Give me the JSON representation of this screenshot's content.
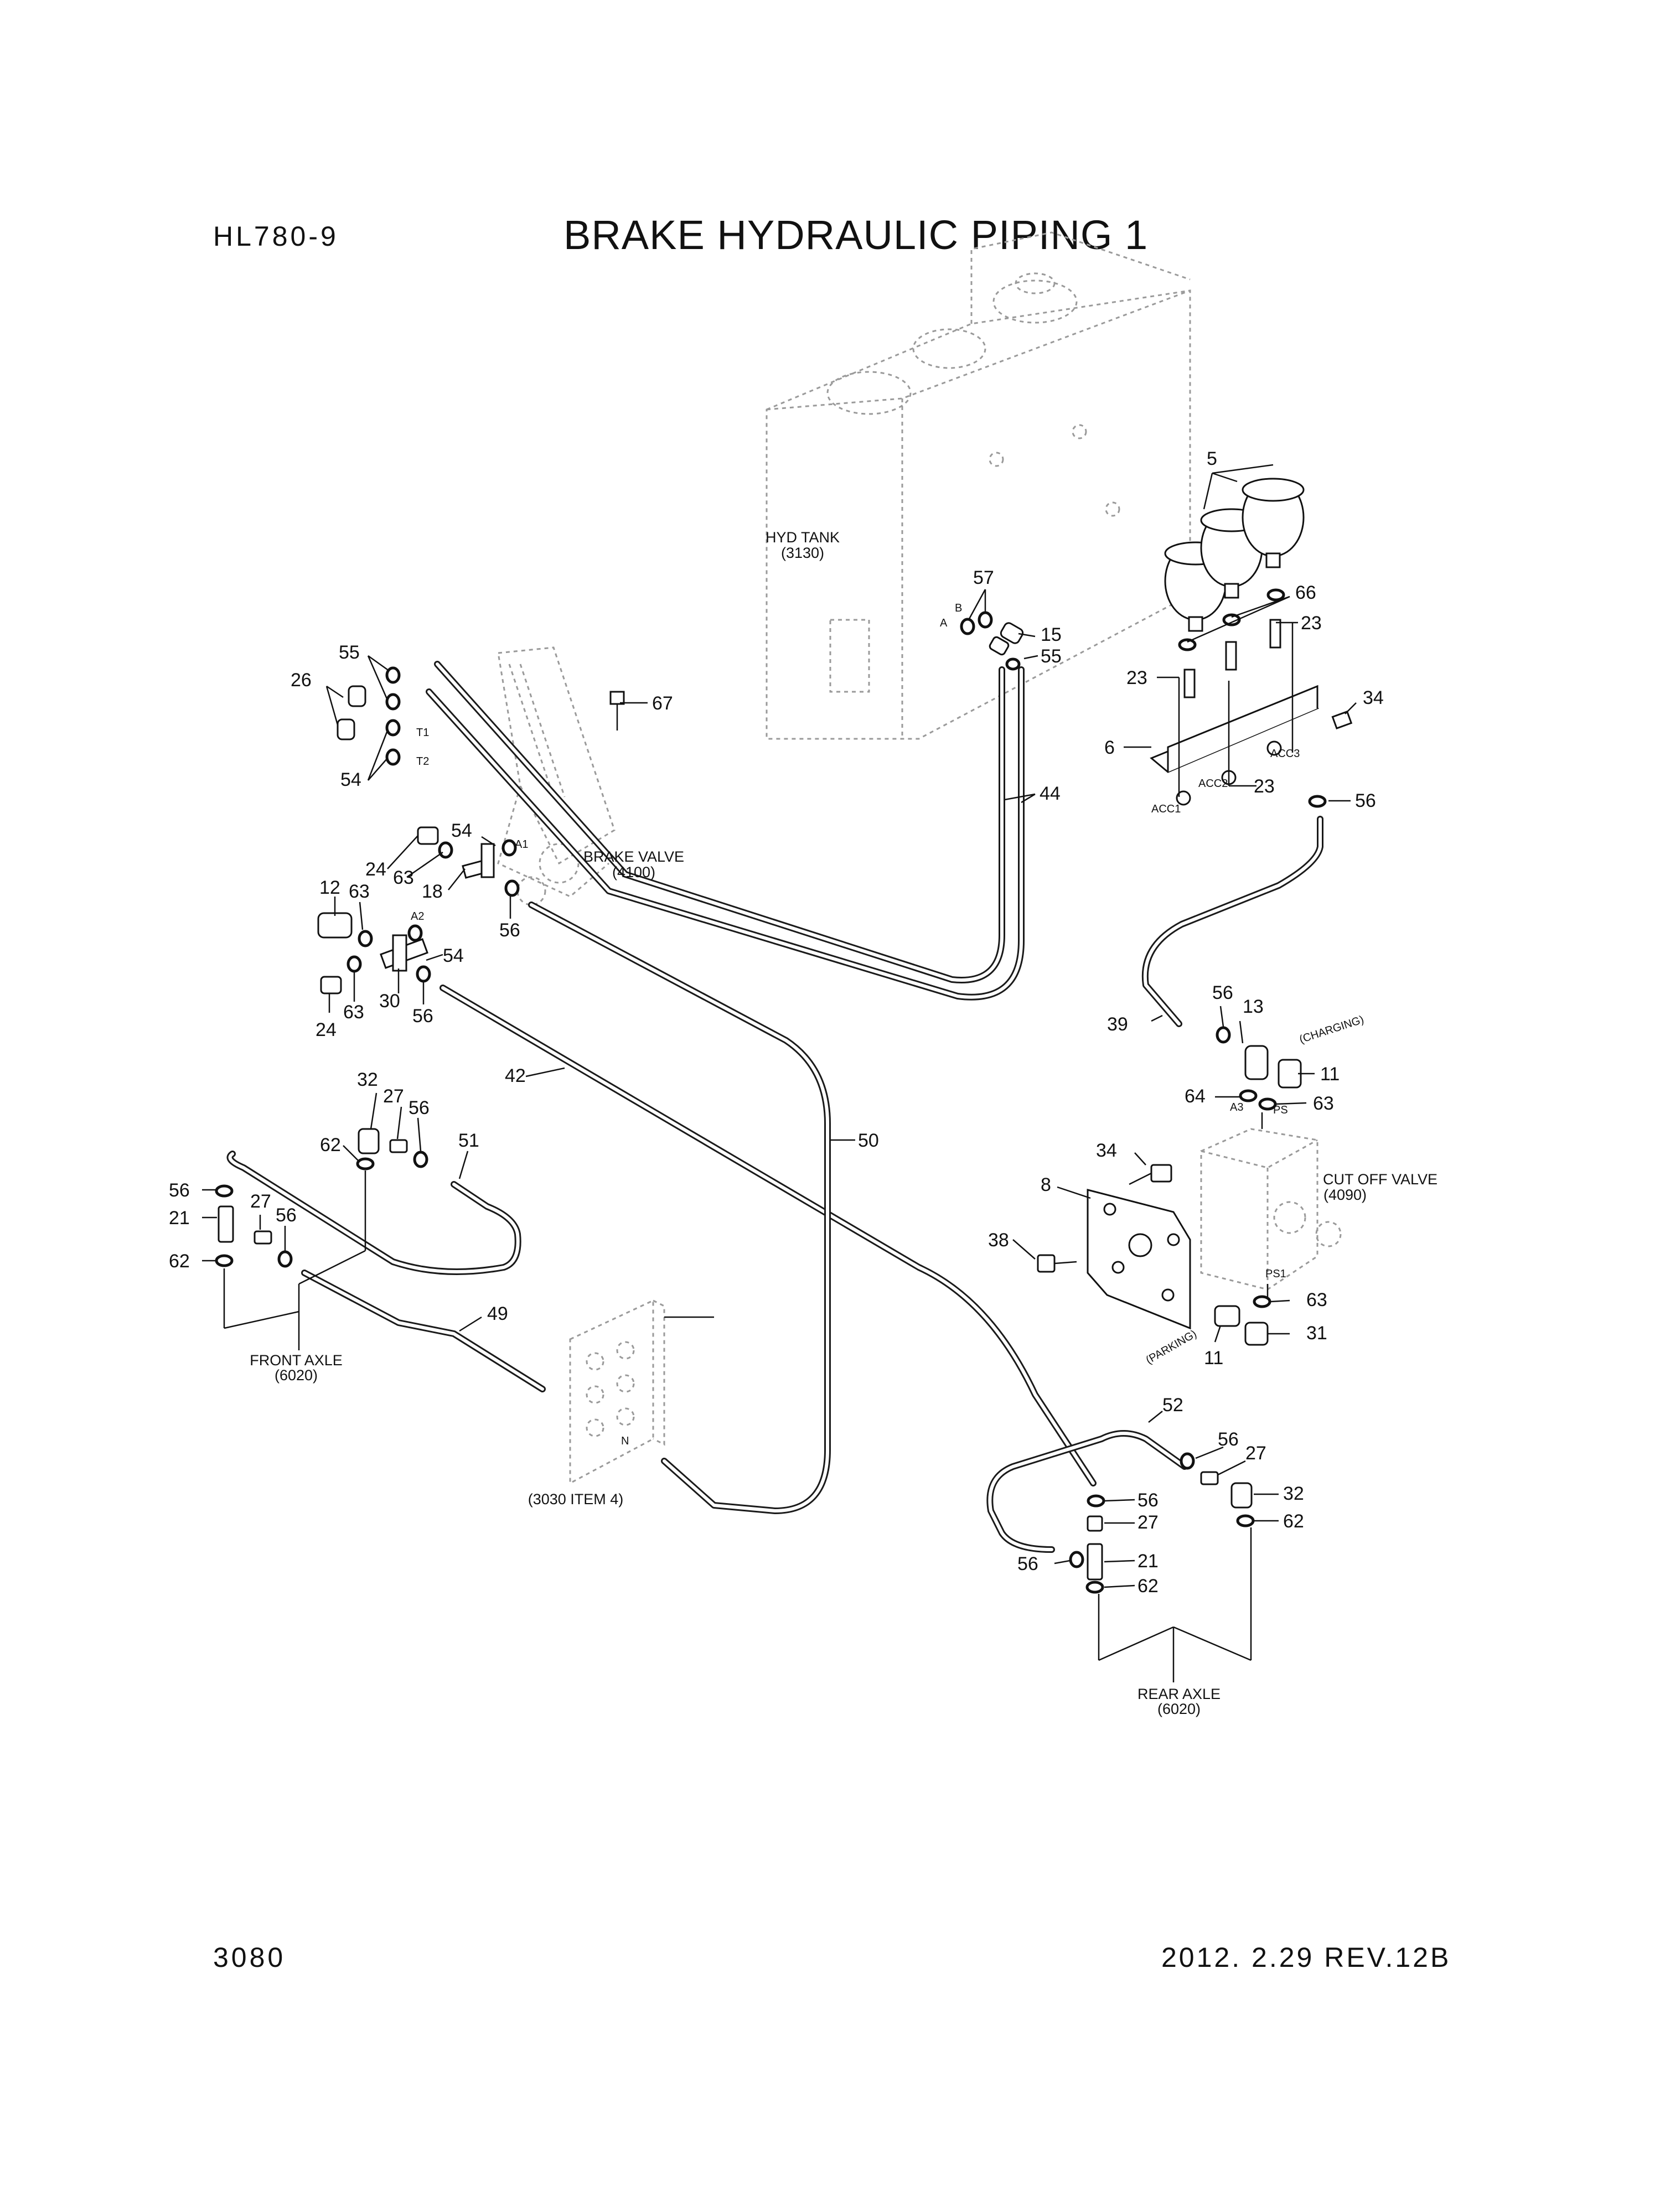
{
  "header": {
    "model": "HL780-9",
    "title": "BRAKE HYDRAULIC PIPING 1"
  },
  "footer": {
    "page": "3080",
    "revision": "2012. 2.29 REV.12B"
  },
  "components": {
    "hyd_tank": {
      "name": "HYD  TANK",
      "ref": "(3130)"
    },
    "brake_valve": {
      "name": "BRAKE VALVE",
      "ref": "(4100)"
    },
    "cut_off_valve": {
      "name": "CUT OFF VALVE",
      "ref": "(4090)"
    },
    "front_axle": {
      "name": "FRONT AXLE",
      "ref": "(6020)"
    },
    "rear_axle": {
      "name": "REAR AXLE",
      "ref": "(6020)"
    },
    "item_ref": "(3030 ITEM 4)",
    "charging": "(CHARGING)",
    "parking": "(PARKING)"
  },
  "ports": {
    "a": "A",
    "b": "B",
    "t1": "T1",
    "t2": "T2",
    "a1": "A1",
    "a2": "A2",
    "a3": "A3",
    "ps": "PS",
    "ps1": "PS1",
    "n": "N",
    "acc1": "ACC1",
    "acc2": "ACC2",
    "acc3": "ACC3"
  },
  "callouts": {
    "c5": "5",
    "c57": "57",
    "c66": "66",
    "c23a": "23",
    "c15": "15",
    "c55a": "55",
    "c23b": "23",
    "c34a": "34",
    "c6": "6",
    "c23c": "23",
    "c56a": "56",
    "c55b": "55",
    "c26": "26",
    "c67": "67",
    "c54a": "54",
    "c24a": "24",
    "c54b": "54",
    "c63a": "63",
    "c18": "18",
    "c12": "12",
    "c63b": "63",
    "c44": "44",
    "c56b": "56",
    "c54c": "54",
    "c24b": "24",
    "c63c": "63",
    "c30": "30",
    "c56c": "56",
    "c56d": "56",
    "c13": "13",
    "c39": "39",
    "c11a": "11",
    "c42": "42",
    "c64": "64",
    "c63d": "63",
    "c32a": "32",
    "c27a": "27",
    "c56e": "56",
    "c62a": "62",
    "c51": "51",
    "c50": "50",
    "c34b": "34",
    "c8": "8",
    "c56f": "56",
    "c27b": "27",
    "c21a": "21",
    "c56g": "56",
    "c62b": "62",
    "c38": "38",
    "c63e": "63",
    "c31": "31",
    "c11b": "11",
    "c49": "49",
    "c52": "52",
    "c56h": "56",
    "c27c": "27",
    "c32b": "32",
    "c56i": "56",
    "c27d": "27",
    "c62c": "62",
    "c56j": "56",
    "c21b": "21",
    "c62d": "62"
  }
}
